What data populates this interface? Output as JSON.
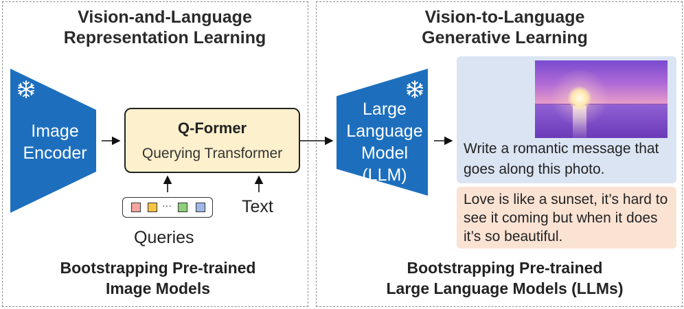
{
  "left_panel": {
    "title": "Vision-and-Language\nRepresentation Learning",
    "image_encoder_label": "Image\nEncoder",
    "qformer_title": "Q-Former",
    "qformer_subtitle": "Querying Transformer",
    "queries_label": "Queries",
    "text_label": "Text",
    "query_dots": "···",
    "query_colors": [
      "#f4a79d",
      "#f5c443",
      "#8fcf7a",
      "#9fb8e8"
    ],
    "bottom_title": "Bootstrapping Pre-trained\nImage Models"
  },
  "right_panel": {
    "title": "Vision-to-Language\nGenerative Learning",
    "llm_label": "Large\nLanguage\nModel\n(LLM)",
    "prompt_text": "Write a romantic message that goes along this photo.",
    "response_text": "Love is like a sunset, it’s hard to see it coming but when it does it’s so beautiful.",
    "bottom_title": "Bootstrapping Pre-trained\nLarge Language Models (LLMs)"
  },
  "icons": {
    "frozen": "snowflake-icon"
  },
  "colors": {
    "model_blue": "#1d6fbd",
    "qformer_fill": "#fdf0cc",
    "prompt_fill": "#dbe4f3",
    "response_fill": "#fbe3d4"
  }
}
